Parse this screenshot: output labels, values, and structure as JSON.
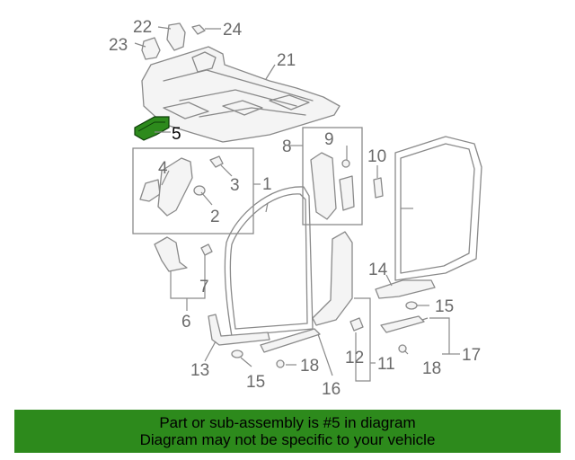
{
  "callouts": {
    "c22": "22",
    "c24": "24",
    "c23": "23",
    "c21": "21",
    "c5": "5",
    "c8": "8",
    "c9": "9",
    "c10": "10",
    "c4": "4",
    "c1": "1",
    "c3": "3",
    "c2": "2",
    "c7": "7",
    "c6": "6",
    "c14": "14",
    "c15a": "15",
    "c17": "17",
    "c18a": "18",
    "c12": "12",
    "c11": "11",
    "c13": "13",
    "c15b": "15",
    "c18b": "18",
    "c16": "16"
  },
  "highlight_color": "#2d8a1c",
  "banner": {
    "line1": "Part or sub-assembly is #5 in diagram",
    "line2": "Diagram may not be specific to your vehicle",
    "background": "#2d8a1c"
  }
}
